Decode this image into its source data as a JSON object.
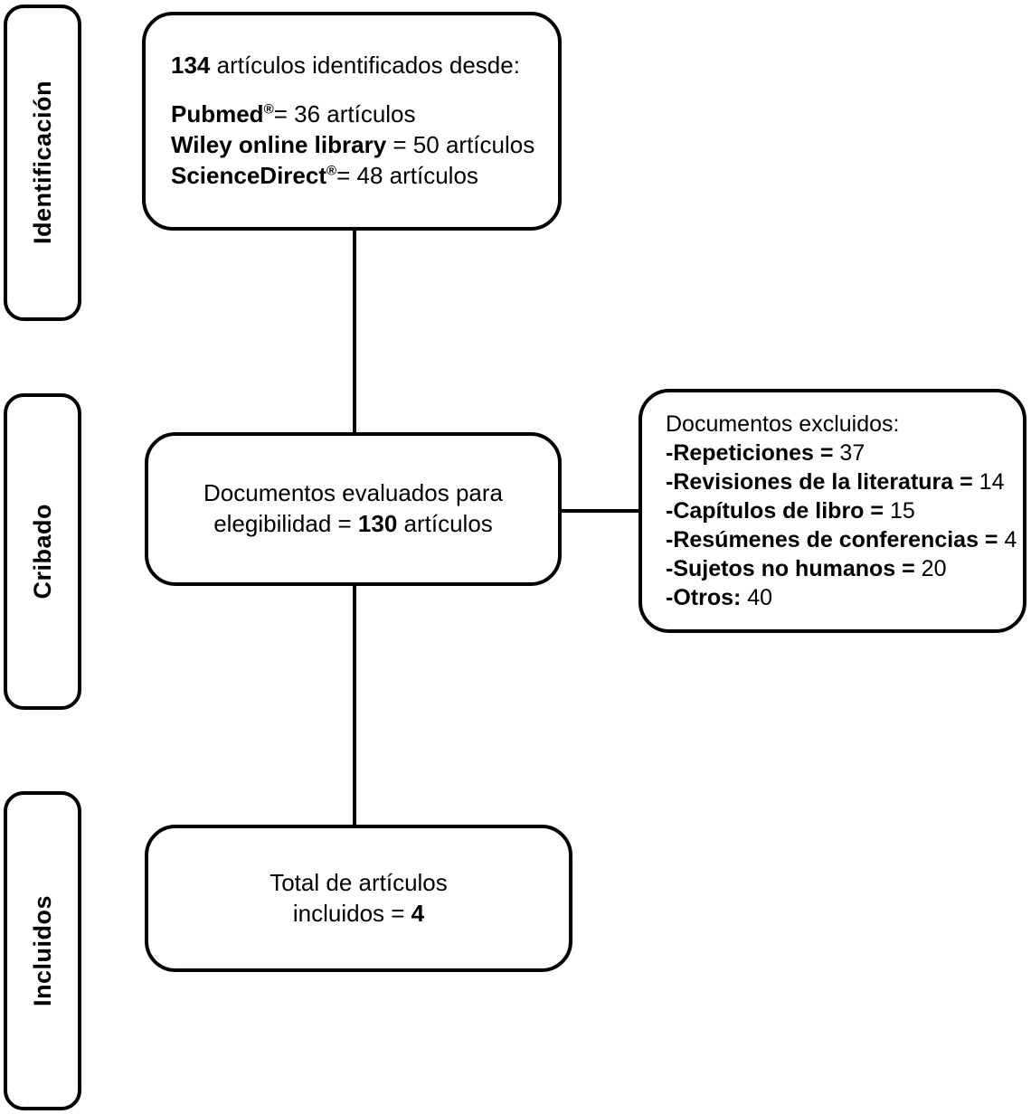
{
  "diagram": {
    "title": "Diagrama de flujo PRISMA",
    "type": "prisma-flow-diagram",
    "language": "es",
    "colors": {
      "stroke": "#000000",
      "background": "#ffffff",
      "text": "#000000"
    }
  },
  "stages": [
    {
      "id": "identificacion",
      "label": "Identificación"
    },
    {
      "id": "cribado",
      "label": "Cribado"
    },
    {
      "id": "incluidos",
      "label": "Incluidos"
    }
  ],
  "boxes": {
    "identification": {
      "heading_count": "134",
      "heading_rest": " artículos identificados desde:",
      "sources": [
        {
          "name": "Pubmed",
          "mark": "®",
          "value": "= 36 artículos"
        },
        {
          "name": "Wiley online library",
          "mark": "",
          "value": " = 50 artículos"
        },
        {
          "name": "ScienceDirect",
          "mark": "®",
          "value": "= 48 artículos"
        }
      ]
    },
    "screening": {
      "line1": "Documentos evaluados para",
      "line2_prefix": "elegibilidad = ",
      "line2_count": "130",
      "line2_suffix": " artículos"
    },
    "excluded": {
      "heading": "Documentos excluidos:",
      "reasons": [
        {
          "label": "-Repeticiones =",
          "value": " 37"
        },
        {
          "label": "-Revisiones de la literatura =",
          "value": " 14"
        },
        {
          "label": "-Capítulos de libro =",
          "value": " 15"
        },
        {
          "label": "-Resúmenes de conferencias =",
          "value": " 4"
        },
        {
          "label": "-Sujetos no humanos =",
          "value": " 20"
        },
        {
          "label": "-Otros:",
          "value": " 40"
        }
      ]
    },
    "included": {
      "line1": "Total de artículos",
      "line2_prefix": "incluidos = ",
      "line2_count": "4"
    }
  },
  "chart_data": {
    "type": "diagram",
    "title": "PRISMA flow diagram (Spanish)",
    "nodes": [
      {
        "id": "identification",
        "stage": "Identificación",
        "total": 134,
        "breakdown": {
          "Pubmed": 36,
          "Wiley online library": 50,
          "ScienceDirect": 48
        }
      },
      {
        "id": "screening",
        "stage": "Cribado",
        "assessed_for_eligibility": 130
      },
      {
        "id": "excluded",
        "stage": "Cribado",
        "total_listed": 130,
        "breakdown": {
          "Repeticiones": 37,
          "Revisiones de la literatura": 14,
          "Capítulos de libro": 15,
          "Resúmenes de conferencias": 4,
          "Sujetos no humanos": 20,
          "Otros": 40
        }
      },
      {
        "id": "included",
        "stage": "Incluidos",
        "total_included": 4
      }
    ],
    "edges": [
      {
        "from": "identification",
        "to": "screening"
      },
      {
        "from": "screening",
        "to": "excluded"
      },
      {
        "from": "screening",
        "to": "included"
      }
    ]
  }
}
